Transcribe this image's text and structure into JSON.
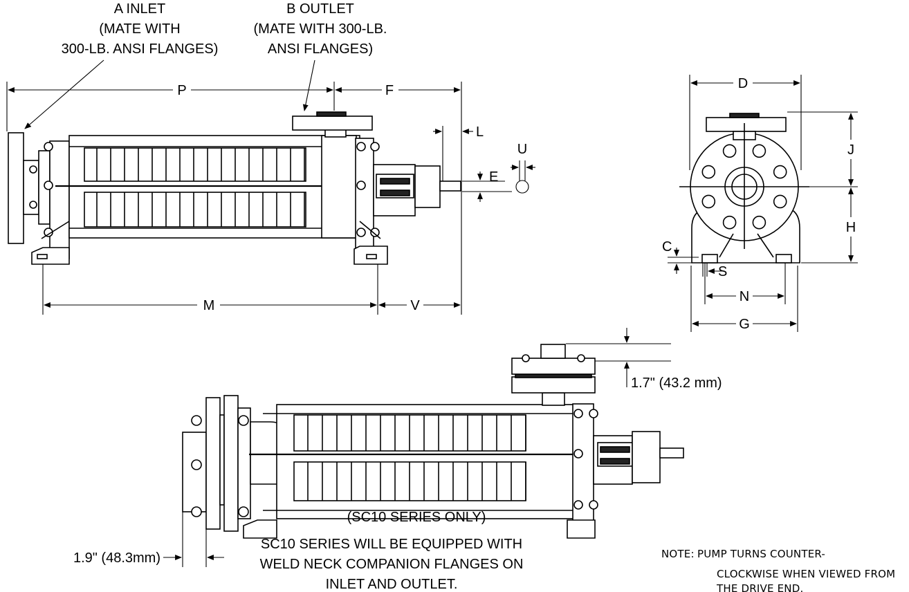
{
  "callouts": {
    "inlet": [
      "A INLET",
      "(MATE WITH",
      "300-LB. ANSI FLANGES)"
    ],
    "outlet": [
      "B OUTLET",
      "(MATE WITH 300-LB.",
      "ANSI FLANGES)"
    ]
  },
  "dimensions": {
    "P": "P",
    "F": "F",
    "L": "L",
    "U": "U",
    "E": "E",
    "M": "M",
    "V": "V",
    "D": "D",
    "J": "J",
    "H": "H",
    "C": "C",
    "S": "S",
    "N": "N",
    "G": "G"
  },
  "sc10": {
    "outlet_offset": "1.7\" (43.2 mm)",
    "inlet_offset": "1.9\" (48.3mm)",
    "caption": "(SC10 SERIES ONLY)",
    "description": [
      "SC10 SERIES WILL BE EQUIPPED WITH",
      "WELD NECK COMPANION FLANGES ON",
      "INLET AND OUTLET."
    ]
  },
  "note": {
    "prefix": "NOTE:",
    "lines": [
      "PUMP TURNS COUNTER-",
      "CLOCKWISE WHEN VIEWED FROM",
      "THE DRIVE END."
    ]
  }
}
